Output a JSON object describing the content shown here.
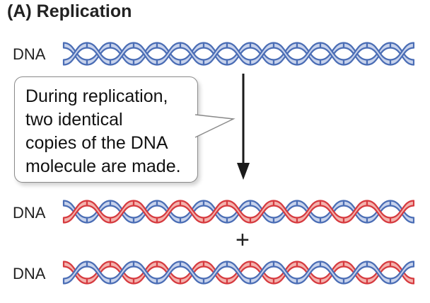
{
  "panel": {
    "title": "(A) Replication"
  },
  "molecules": [
    {
      "label": "DNA",
      "back_strand": "blue",
      "front_strand": "blue"
    },
    {
      "label": "DNA",
      "back_strand": "blue",
      "front_strand": "red"
    },
    {
      "label": "DNA",
      "back_strand": "red",
      "front_strand": "blue"
    }
  ],
  "callout": {
    "lines": [
      "During replication,",
      "two identical",
      "copies of the DNA",
      "molecule are made."
    ]
  },
  "connector": "+",
  "colors": {
    "blue": "#4a6db5",
    "blue_light": "#c8d3ec",
    "red": "#d63a3f",
    "red_light": "#f3b3ae",
    "arrow": "#1a1a1a",
    "callout_border": "#8a8a8a"
  }
}
